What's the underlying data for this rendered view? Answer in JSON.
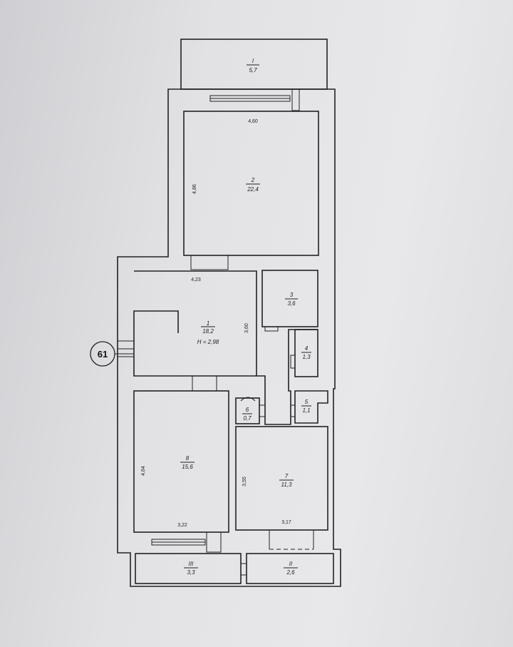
{
  "building_mark": "61",
  "rooms": [
    {
      "id": "balcony-I",
      "number": "I",
      "area": "5,7"
    },
    {
      "id": "room-2",
      "number": "2",
      "area": "22,4"
    },
    {
      "id": "room-3",
      "number": "3",
      "area": "3,6"
    },
    {
      "id": "room-1",
      "number": "1",
      "area": "18,2",
      "height": "H = 2,98"
    },
    {
      "id": "room-4",
      "number": "4",
      "area": "1,3"
    },
    {
      "id": "room-5",
      "number": "5",
      "area": "1,1"
    },
    {
      "id": "room-6",
      "number": "6",
      "area": "0,7"
    },
    {
      "id": "room-8",
      "number": "8",
      "area": "15,6"
    },
    {
      "id": "room-7",
      "number": "7",
      "area": "11,3"
    },
    {
      "id": "balcony-III",
      "number": "III",
      "area": "3,3"
    },
    {
      "id": "balcony-II",
      "number": "II",
      "area": "2,6"
    }
  ],
  "dimensions": {
    "room2_width": "4,60",
    "room2_depth": "4,86",
    "room1_width": "4,23",
    "room1_depth": "3,60",
    "room8_depth": "4,64",
    "room8_width": "3,22",
    "room7_depth": "3,55",
    "room7_width": "3,17"
  }
}
